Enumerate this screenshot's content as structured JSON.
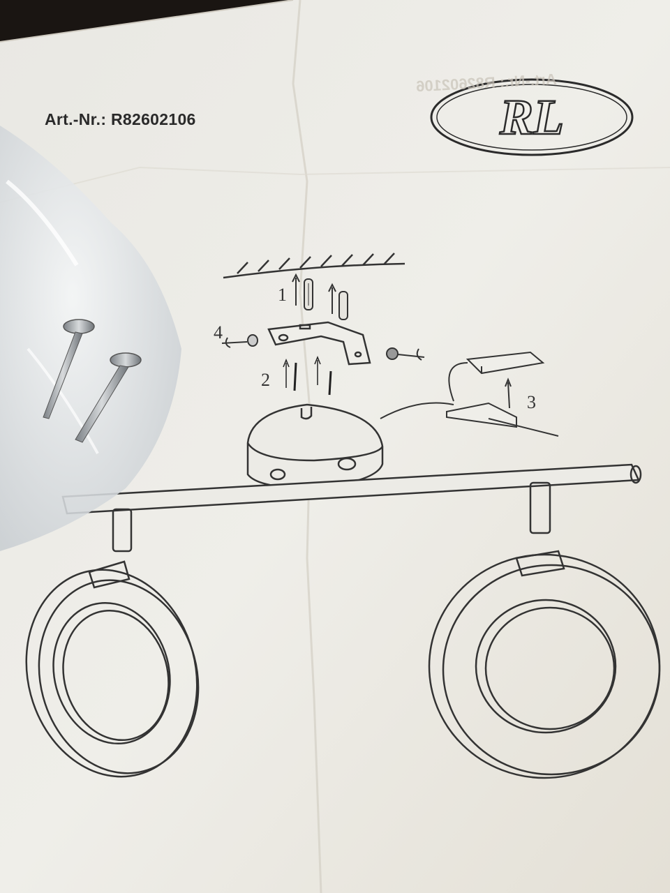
{
  "sheet": {
    "article_number": "Art.-Nr.: R82602106",
    "logo_text": "RL",
    "bleed_through_text": "Art.-Nr.: R82602106"
  },
  "steps": {
    "s1": "1",
    "s2": "2",
    "s3": "3",
    "s4": "4"
  },
  "colors": {
    "paper": "#ecebe6",
    "ink": "#2b2b2b",
    "background": "#1a1512",
    "plastic_bag": "#dfe3e6"
  }
}
